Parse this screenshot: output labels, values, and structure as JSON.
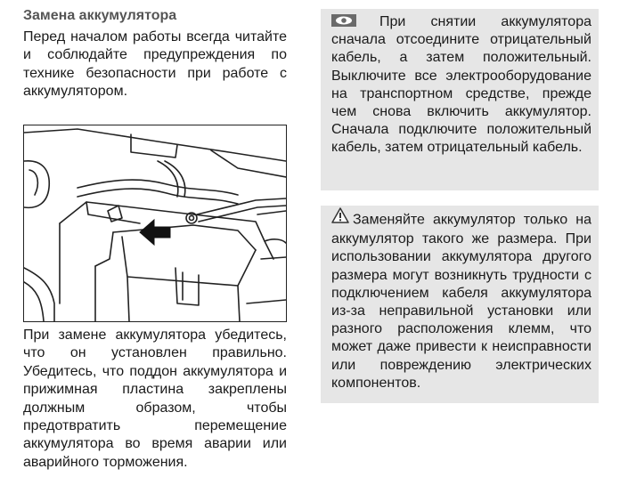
{
  "section": {
    "title": "Замена аккумулятора",
    "intro": "Перед началом работы всегда читайте и соблюдайте предупреждения по технике безопасности при работе с аккумулятором.",
    "replacement_text": "При замене аккумулятора убедитесь, что он установлен правильно. Убедитесь, что поддон аккумулятора и прижимная пластина закреплены должным образом, чтобы предотвратить перемещение аккумулятора во время аварии или аварийного торможения."
  },
  "notes": [
    {
      "icon": "eye-icon",
      "text": "При снятии аккумулятора сначала отсоедините отрицательный кабель, а затем положительный. Выключите все электрооборудование на транспортном средстве, прежде чем снова включить аккумулятор. Сначала подключите положительный кабель, затем отрицательный кабель."
    },
    {
      "icon": "warning-triangle-icon",
      "text": "Заменяйте аккумулятор только на аккумулятор такого же размера. При использовании аккумулятора другого размера могут возникнуть трудности с подключением кабеля аккумулятора из-за неправильной установки или разного расположения клемм, что может даже привести к неисправности или повреждению электрических компонентов."
    }
  ],
  "colors": {
    "note_background": "#e6e6e6",
    "text": "#1a1a1a",
    "title": "#555555"
  }
}
